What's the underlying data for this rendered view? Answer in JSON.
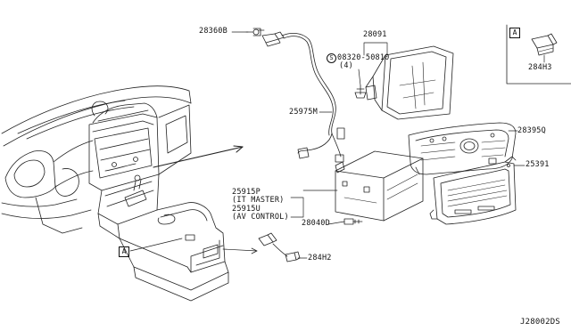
{
  "diagram_code": "J28002DS",
  "callouts": {
    "clip": "28360B",
    "display": "28091",
    "screw_note_symbol": "S",
    "screw_part": "08320-50810",
    "screw_qty": "(4)",
    "harness": "25975M",
    "control_panel": "28395Q",
    "finisher": "25391",
    "unit_part_1": "25915P",
    "unit_desc_1": "(IT MASTER)",
    "unit_part_2": "25915U",
    "unit_desc_2": "(AV CONTROL)",
    "bolt": "28040D",
    "usb_connector": "284H2",
    "inset_part": "284H3"
  },
  "markers": {
    "view_a": "A"
  }
}
